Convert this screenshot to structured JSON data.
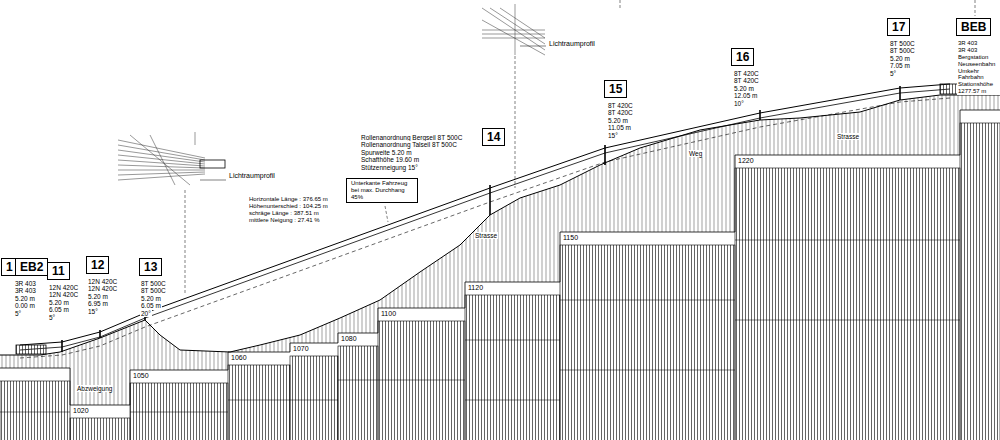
{
  "diagram": {
    "nodes": [
      {
        "text": [
          "1"
        ]
      },
      {
        "text": [
          "EB2"
        ]
      },
      {
        "text": [
          "11"
        ]
      },
      {
        "text": [
          "12"
        ]
      },
      {
        "text": [
          "13"
        ]
      },
      {
        "text": [
          "Unterkante Fahrzeug bei max. Durchhang 45%"
        ]
      },
      {
        "text": [
          "14"
        ]
      },
      {
        "text": [
          "15"
        ]
      },
      {
        "text": [
          "16"
        ]
      },
      {
        "text": [
          "17"
        ]
      },
      {
        "text": [
          "BEB"
        ]
      }
    ],
    "labels": [
      "3R 403",
      "3R 403",
      "5.20 m",
      "0.00 m",
      "5°",
      "12N 420C",
      "12N 420C",
      "5.20 m",
      "6.05 m",
      "5°",
      "12N 420C",
      "12N 420C",
      "5.20 m",
      "6.95 m",
      "15°",
      "8T 500C",
      "8T 500C",
      "5.20 m",
      "6.05 m",
      "20°",
      "Horizontale Länge : 376.65 m",
      "Höhenunterschied : 104.25 m",
      "schräge Länge : 387.51 m",
      "mittlere Neigung : 27.41 %",
      "Lichtraumprofil",
      "Rollenanordnung Bergseil 8T 500C",
      "Rollenanordnung Talseil 8T 500C",
      "Spurweite 5.20 m",
      "Schafthöhe 19.60 m",
      "Stützenneigung 15°",
      "Lichtraumprofil",
      "8T 420C",
      "8T 420C",
      "5.20 m",
      "11.05 m",
      "15°",
      "8T 420C",
      "8T 420C",
      "5.20 m",
      "12.05 m",
      "10°",
      "8T 500C",
      "8T 500C",
      "5.20 m",
      "7.05 m",
      "5°",
      "3R 403",
      "3R 403",
      "Bergstation Neuseenbahn",
      "Umkehr Fahrbahn",
      "Stationshöhe 1277.57 m",
      "1020",
      "1050",
      "1060",
      "1070",
      "1080",
      "1100",
      "1120",
      "1150",
      "1220",
      "Abzweigung",
      "Strasse",
      "Weg",
      "Strasse"
    ]
  }
}
